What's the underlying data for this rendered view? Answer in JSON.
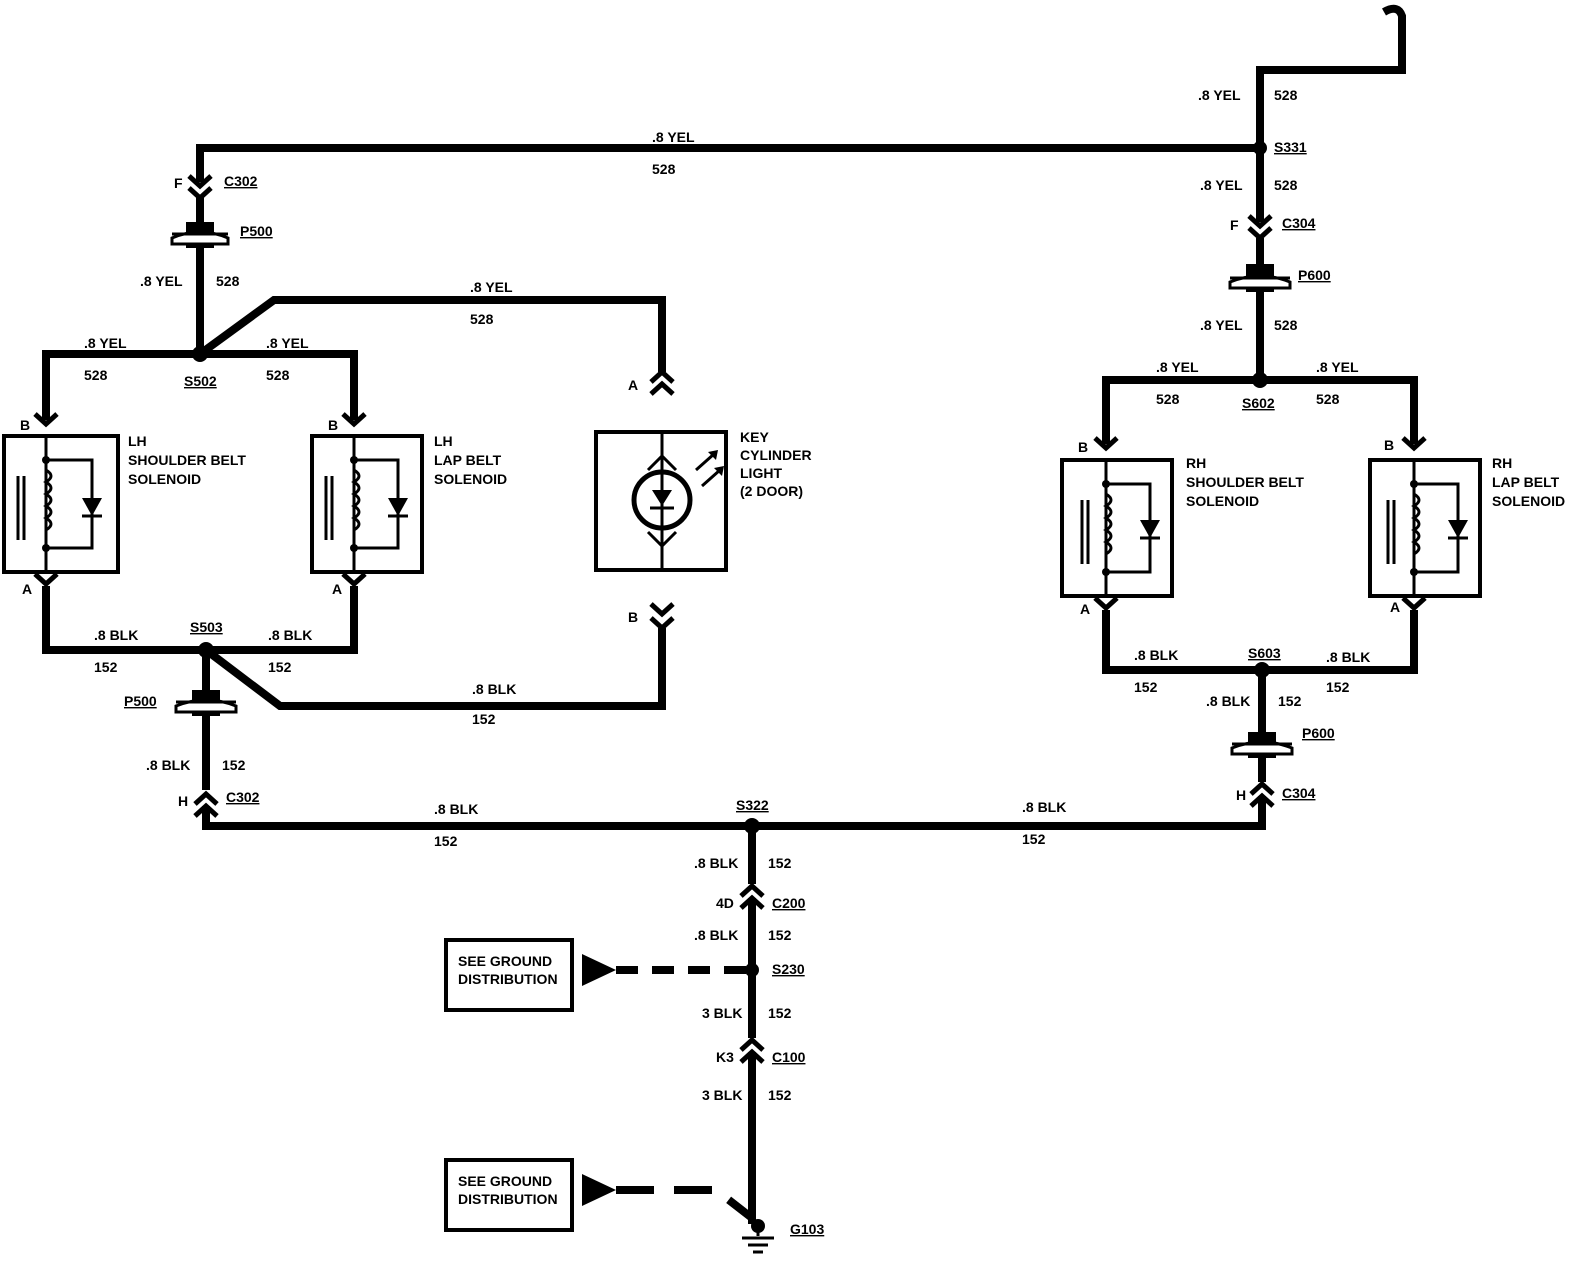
{
  "wires": {
    "yel": ".8 YEL",
    "blk": ".8 BLK",
    "blk3": "3 BLK",
    "c528": "528",
    "c152": "152"
  },
  "splices": {
    "s331": "S331",
    "s502": "S502",
    "s503": "S503",
    "s602": "S602",
    "s603": "S603",
    "s322": "S322",
    "s230": "S230",
    "g103": "G103"
  },
  "connectors": {
    "c302": "C302",
    "c304": "C304",
    "c200": "C200",
    "c100": "C100",
    "p500": "P500",
    "p600": "P600"
  },
  "pins": {
    "a": "A",
    "b": "B",
    "f": "F",
    "h": "H",
    "p4d": "4D",
    "k3": "K3"
  },
  "components": {
    "lh_shoulder": [
      "LH",
      "SHOULDER BELT",
      "SOLENOID"
    ],
    "lh_lap": [
      "LH",
      "LAP BELT",
      "SOLENOID"
    ],
    "key_light": [
      "KEY",
      "CYLINDER",
      "LIGHT",
      "(2 DOOR)"
    ],
    "rh_shoulder": [
      "RH",
      "SHOULDER BELT",
      "SOLENOID"
    ],
    "rh_lap": [
      "RH",
      "LAP BELT",
      "SOLENOID"
    ]
  },
  "ground_ref": [
    "SEE GROUND",
    "DISTRIBUTION"
  ]
}
